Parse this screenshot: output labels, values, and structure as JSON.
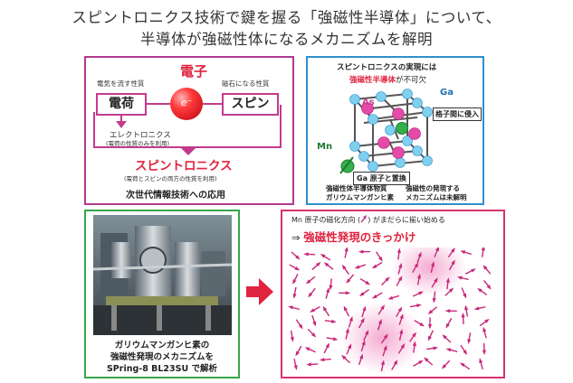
{
  "title": {
    "line1": "スピントロニクス技術で鍵を握る「強磁性半導体」について、",
    "line2": "半導体が強磁性体になるメカニズムを解明"
  },
  "panel1": {
    "denshi": "電子",
    "charge_caption": "電気を流す性質",
    "magnet_caption": "磁石になる性質",
    "charge_label": "電荷",
    "spin_label": "スピン",
    "electron_symbol": "e⁻",
    "electronics": "エレクトロニクス",
    "electronics_note": "(電荷の性質のみを利用)",
    "spintronics": "スピントロニクス",
    "spintronics_note": "(電荷とスピンの両方の性質を利用)",
    "application": "次世代情報技術への応用"
  },
  "panel2": {
    "header1": "スピントロニクスの実現には",
    "header2_red": "強磁性半導体",
    "header2_rest": "が不可欠",
    "as_label": "As",
    "ga_label": "Ga",
    "mn_label": "Mn",
    "interstitial": "格子間に侵入",
    "substitution": "Ga 原子と置換",
    "caption_left": [
      "強磁性体半導体物質",
      "ガリウムマンガンヒ素"
    ],
    "caption_right": [
      "強磁性の発現する",
      "メカニズムは未解明"
    ]
  },
  "panel3": {
    "caption": [
      "ガリウムマンガンヒ素の",
      "強磁性発現のメカニズムを",
      "SPring-8 BL23SU で解析"
    ]
  },
  "panel4": {
    "line1": "Mn 原子の磁化方向 (",
    "line1_end": ") がまだらに揃い始める",
    "arrow_prefix": "⇒",
    "line2": "強磁性発現のきっかけ"
  },
  "colors": {
    "magenta": "#c33b8e",
    "red": "#e0233e",
    "blue": "#2f8fcf",
    "green": "#36a54a",
    "pink": "#d6336c"
  }
}
